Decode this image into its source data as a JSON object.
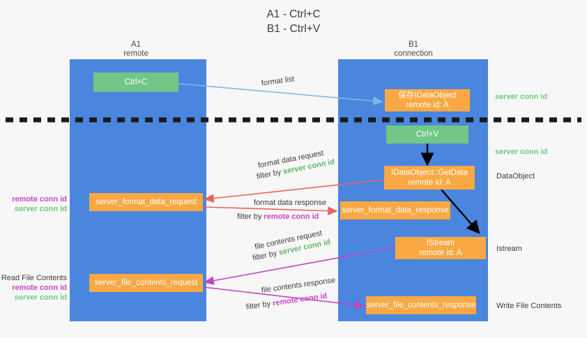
{
  "title": {
    "line1": "A1 - Ctrl+C",
    "line2": "B1 - Ctrl+V"
  },
  "lanes": [
    {
      "name": "A1",
      "sub": "remote"
    },
    {
      "name": "B1",
      "sub": "connection"
    }
  ],
  "nodes": {
    "ctrl_c": "Ctrl+C",
    "ctrl_v": "Ctrl+V",
    "save_dataobject_l1": "保存IDataObject",
    "save_dataobject_l2": "remote id: A",
    "getdata_l1": "IDataObject::GetData",
    "getdata_l2": "remote id: A",
    "istream_l1": "IStream",
    "istream_l2": "remote id: A",
    "server_format_data_request": "server_format_data_request",
    "server_format_data_response": "server_format_data_response",
    "server_file_contents_request": "server_file_contents_request",
    "server_file_contents_response": "server_file_contents_response"
  },
  "edge_labels": {
    "format_list": "format list",
    "format_data_request": "format data request",
    "format_data_request_filter_pre": "filter by ",
    "format_data_request_filter_key": "server conn id",
    "format_data_response": "format data response",
    "format_data_response_filter_pre": "filter by ",
    "format_data_response_filter_key": "remote conn id",
    "file_contents_request": "file contents request",
    "file_contents_request_filter_pre": "filter by ",
    "file_contents_request_filter_key": "server conn id",
    "file_contents_response": "file contents response",
    "file_contents_response_filter_pre": "filter by ",
    "file_contents_response_filter_key": "remote conn id"
  },
  "annotations_right": {
    "server_conn_id_top": "server conn id",
    "server_conn_id_mid": "server conn id",
    "dataobject": "DataObject",
    "istream": "Istream",
    "write_file_contents": "Write File Contents"
  },
  "annotations_left": {
    "format_remote": "remote conn id",
    "format_server": "server conn id",
    "read_file_contents": "Read File Contents",
    "file_remote": "remote conn id",
    "file_server": "server conn id"
  },
  "colors": {
    "lane": "#4a86de",
    "green_node": "#72c687",
    "orange_node": "#f9a843",
    "arrow_format_list": "#7fb8e8",
    "arrow_format_data": "#e8645c",
    "arrow_file_contents": "#c244c2",
    "arrow_internal": "#000000",
    "server_conn_id": "#5cb85c",
    "remote_conn_id": "#cc44cc",
    "background": "#f7f7f7"
  }
}
